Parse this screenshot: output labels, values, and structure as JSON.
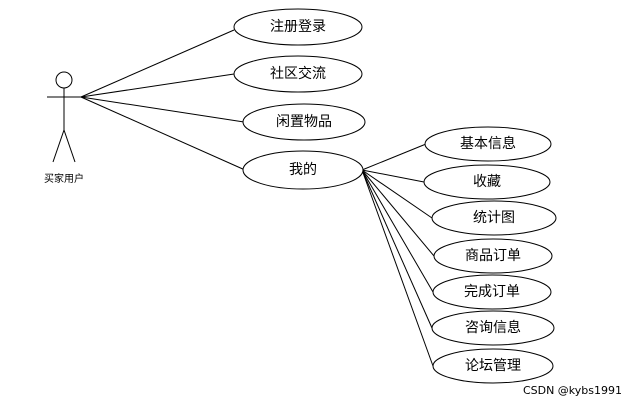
{
  "actor": {
    "label": "买家用户"
  },
  "use_cases": {
    "register_login": "注册登录",
    "community": "社区交流",
    "idle_items": "闲置物品",
    "mine": "我的"
  },
  "sub_cases": {
    "basic_info": "基本信息",
    "favorites": "收藏",
    "statistics": "统计图",
    "product_orders": "商品订单",
    "completed_orders": "完成订单",
    "consultation": "咨询信息",
    "forum_management": "论坛管理"
  },
  "watermark": "CSDN @kybs1991"
}
